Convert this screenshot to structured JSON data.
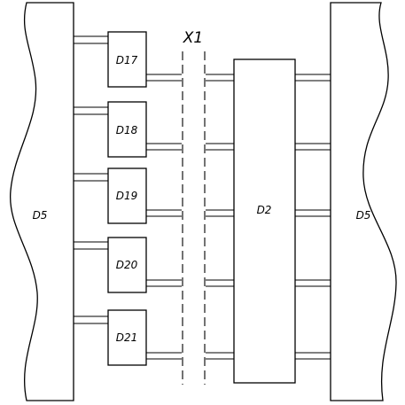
{
  "diagram": {
    "connector_label": "X1",
    "left_block_label": "D5",
    "center_block_label": "D2",
    "right_block_label": "D5",
    "modules": [
      {
        "label": "D17"
      },
      {
        "label": "D18"
      },
      {
        "label": "D19"
      },
      {
        "label": "D20"
      },
      {
        "label": "D21"
      }
    ]
  }
}
